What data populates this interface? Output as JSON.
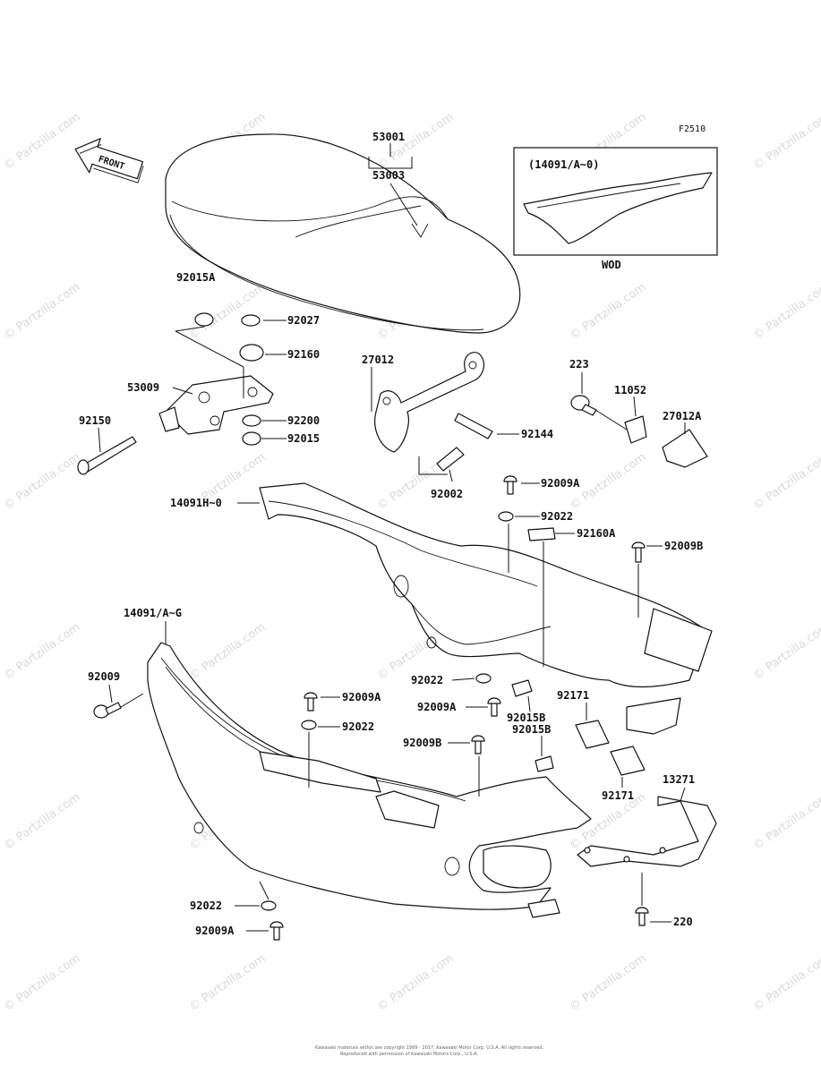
{
  "figure_id": "F2510",
  "front_arrow_label": "FRONT",
  "inset": {
    "title": "(14091/A~0)",
    "caption": "WOD"
  },
  "watermark": "© Partzilla.com",
  "copyright": "Kawasaki materials within are copyright 1999 - 2017, Kawasaki Motor Corp. U.S.A. All rights reserved.",
  "copyright_2": "Reproduced with permission of Kawasaki Motors Corp., U.S.A.",
  "part_labels": {
    "p53001": "53001",
    "p53003": "53003",
    "p92015A": "92015A",
    "p92027": "92027",
    "p92160": "92160",
    "p53009": "53009",
    "p92200": "92200",
    "p92015": "92015",
    "p92150": "92150",
    "p27012": "27012",
    "p92144": "92144",
    "p92002": "92002",
    "p223": "223",
    "p11052": "11052",
    "p27012A": "27012A",
    "p92009A_1": "92009A",
    "p92022_1": "92022",
    "p92160A": "92160A",
    "p92009B_1": "92009B",
    "p14091H": "14091H~0",
    "p14091AG": "14091/A~G",
    "p92009": "92009",
    "p92022_2": "92022",
    "p92009A_2": "92009A",
    "p92015B_1": "92015B",
    "p92171_1": "92171",
    "p92009A_3": "92009A",
    "p92022_3": "92022",
    "p92009B_2": "92009B",
    "p92015B_2": "92015B",
    "p92171_2": "92171",
    "p13271": "13271",
    "p92022_4": "92022",
    "p92009A_4": "92009A",
    "p220": "220"
  }
}
